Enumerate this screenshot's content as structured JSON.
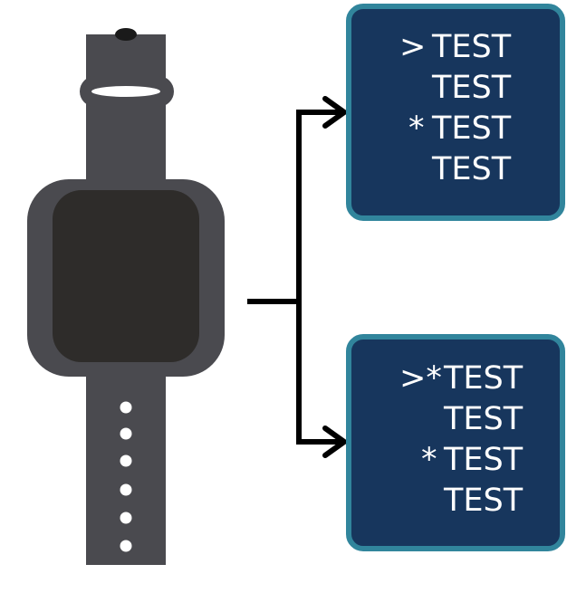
{
  "colors": {
    "strap": "#4a4a4f",
    "case": "#4a4a4f",
    "screen": "#2e2c2a",
    "hole": "#ffffff",
    "connector": "#000000",
    "panel_fill": "#17365d",
    "panel_border": "#31859c",
    "panel_text": "#ffffff"
  },
  "icons": {
    "watch": "smartwatch-icon",
    "arrow": "arrow-right-icon"
  },
  "panels": [
    {
      "lines": [
        {
          "marker": ">",
          "label": "TEST"
        },
        {
          "marker": "",
          "label": "TEST"
        },
        {
          "marker": "*",
          "label": "TEST"
        },
        {
          "marker": "",
          "label": "TEST"
        }
      ]
    },
    {
      "lines": [
        {
          "marker": ">*",
          "label": "TEST"
        },
        {
          "marker": "",
          "label": "TEST"
        },
        {
          "marker": "*",
          "label": "TEST"
        },
        {
          "marker": "",
          "label": "TEST"
        }
      ]
    }
  ]
}
